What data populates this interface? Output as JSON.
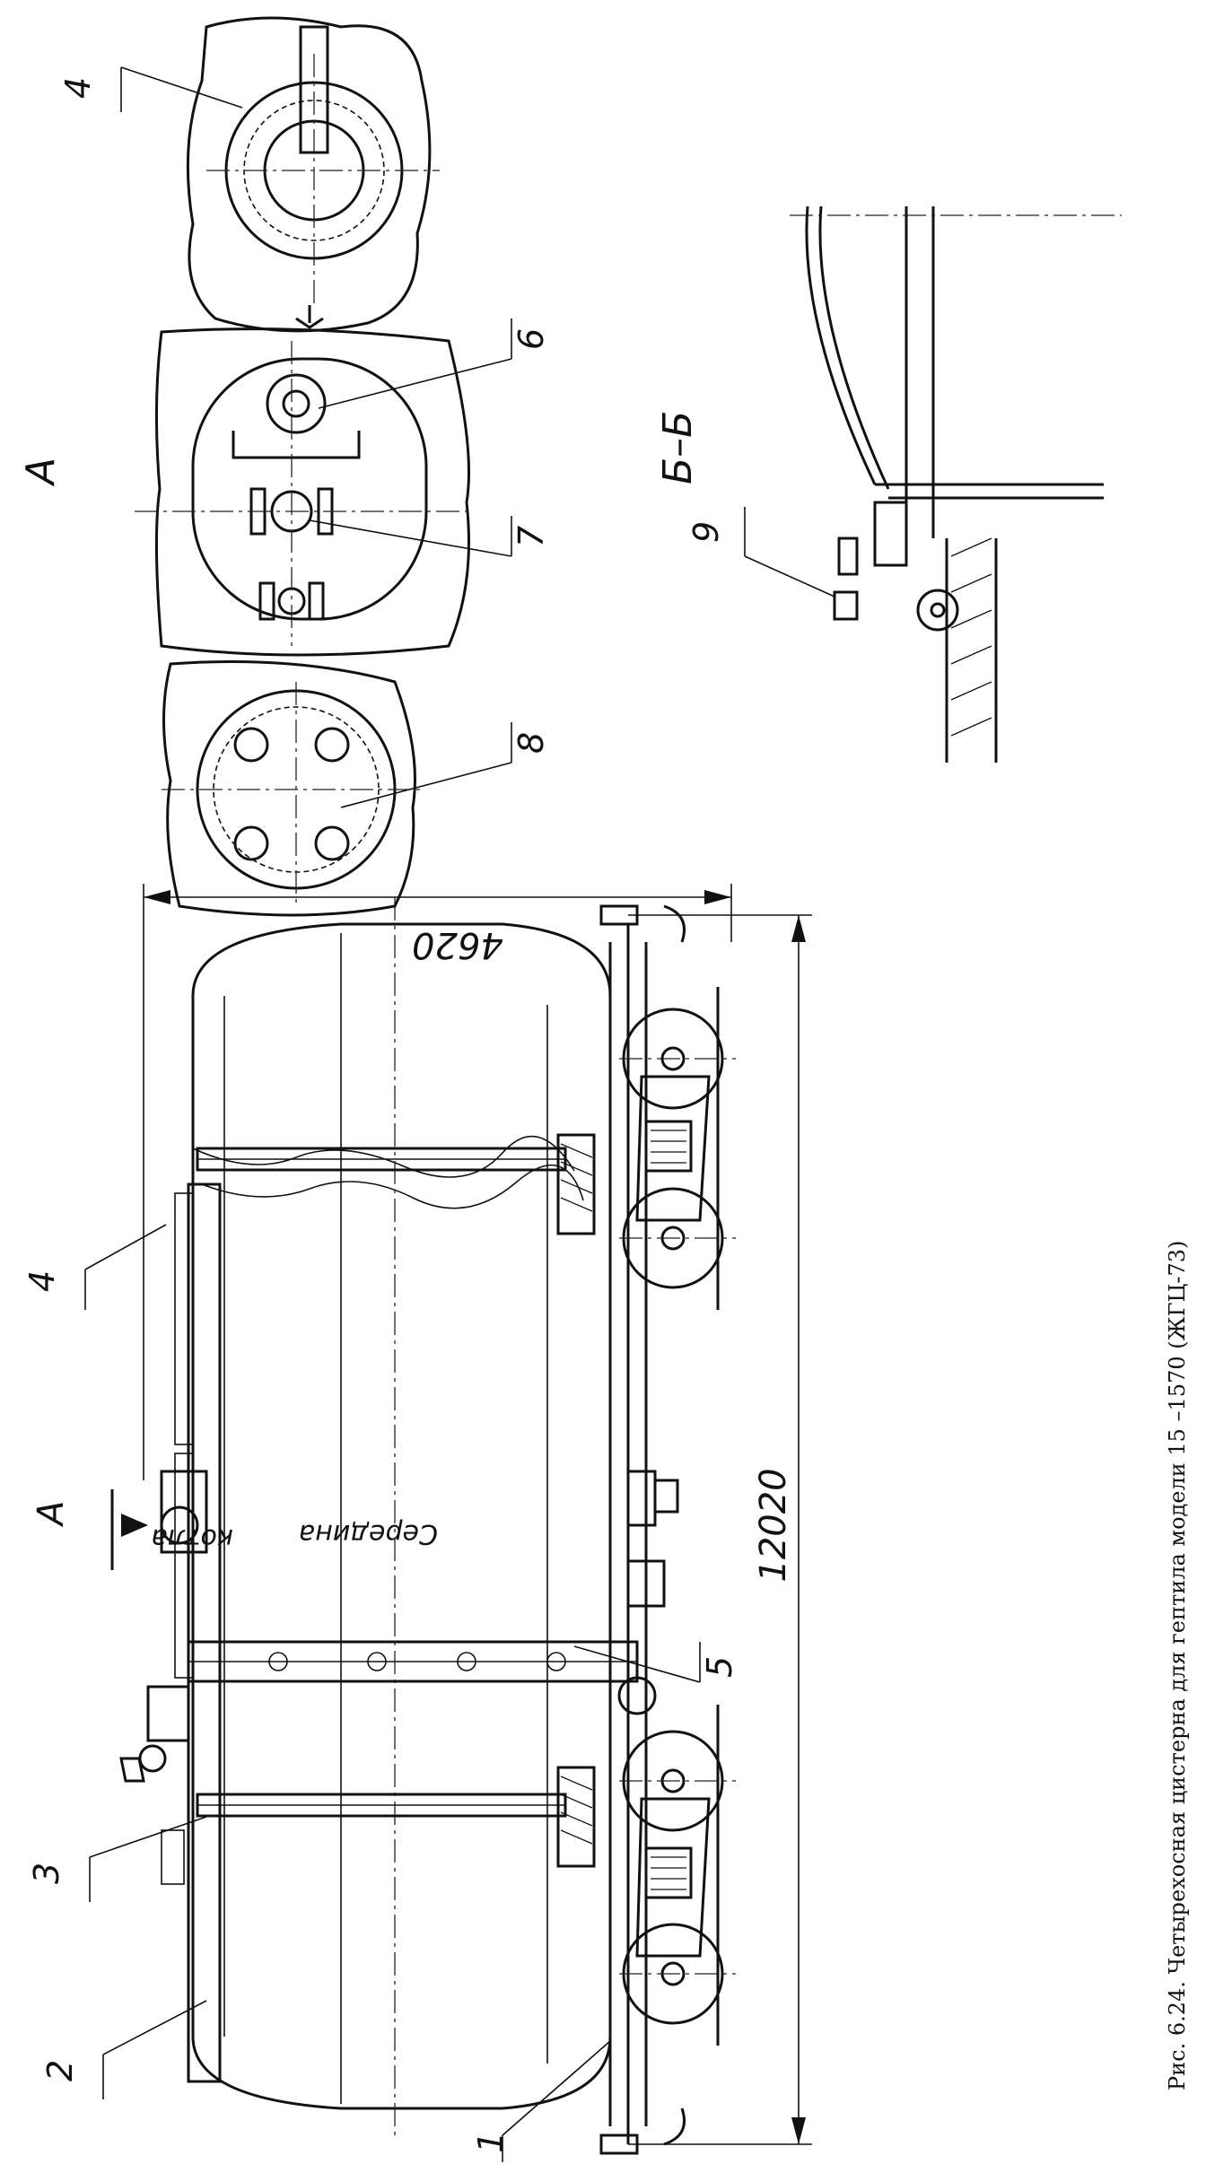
{
  "figure": {
    "caption": "Рис. 6.24. Четырехосная цистерна для гептила модели 15 –1570 (ЖГЦ-73)",
    "view_a_label": "А",
    "arrow_a_label": "А",
    "section_label": "Б–Б",
    "middle_label_line1": "Середина",
    "middle_label_line2": "котла"
  },
  "dimensions": {
    "length": "12020",
    "height": "4620"
  },
  "callouts": [
    "1",
    "2",
    "3",
    "4",
    "4",
    "5",
    "6",
    "7",
    "8",
    "9"
  ]
}
